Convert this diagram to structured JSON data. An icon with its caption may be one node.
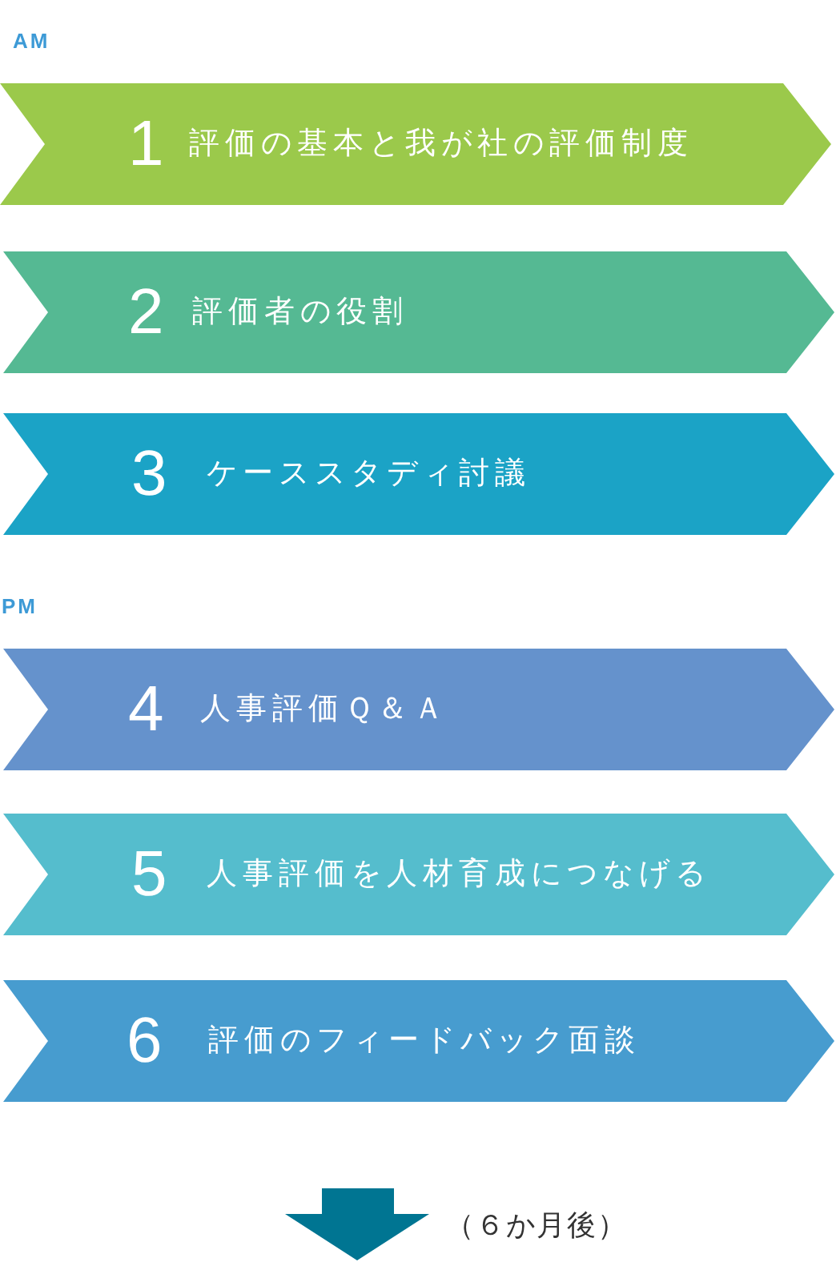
{
  "diagram": {
    "nodes": [
      {
        "text": [
          "1",
          "評価の基本と我が社の評価制度"
        ]
      },
      {
        "text": [
          "2",
          "評価者の役割"
        ]
      },
      {
        "text": [
          "3",
          "ケーススタディ討議"
        ]
      },
      {
        "text": [
          "4",
          "人事評価Ｑ＆Ａ"
        ]
      },
      {
        "text": [
          "5",
          "人事評価を人材育成につなげる"
        ]
      },
      {
        "text": [
          "6",
          "評価のフィードバック面談"
        ]
      }
    ],
    "labels": [
      "AM",
      "PM",
      "（６か月後）"
    ]
  }
}
